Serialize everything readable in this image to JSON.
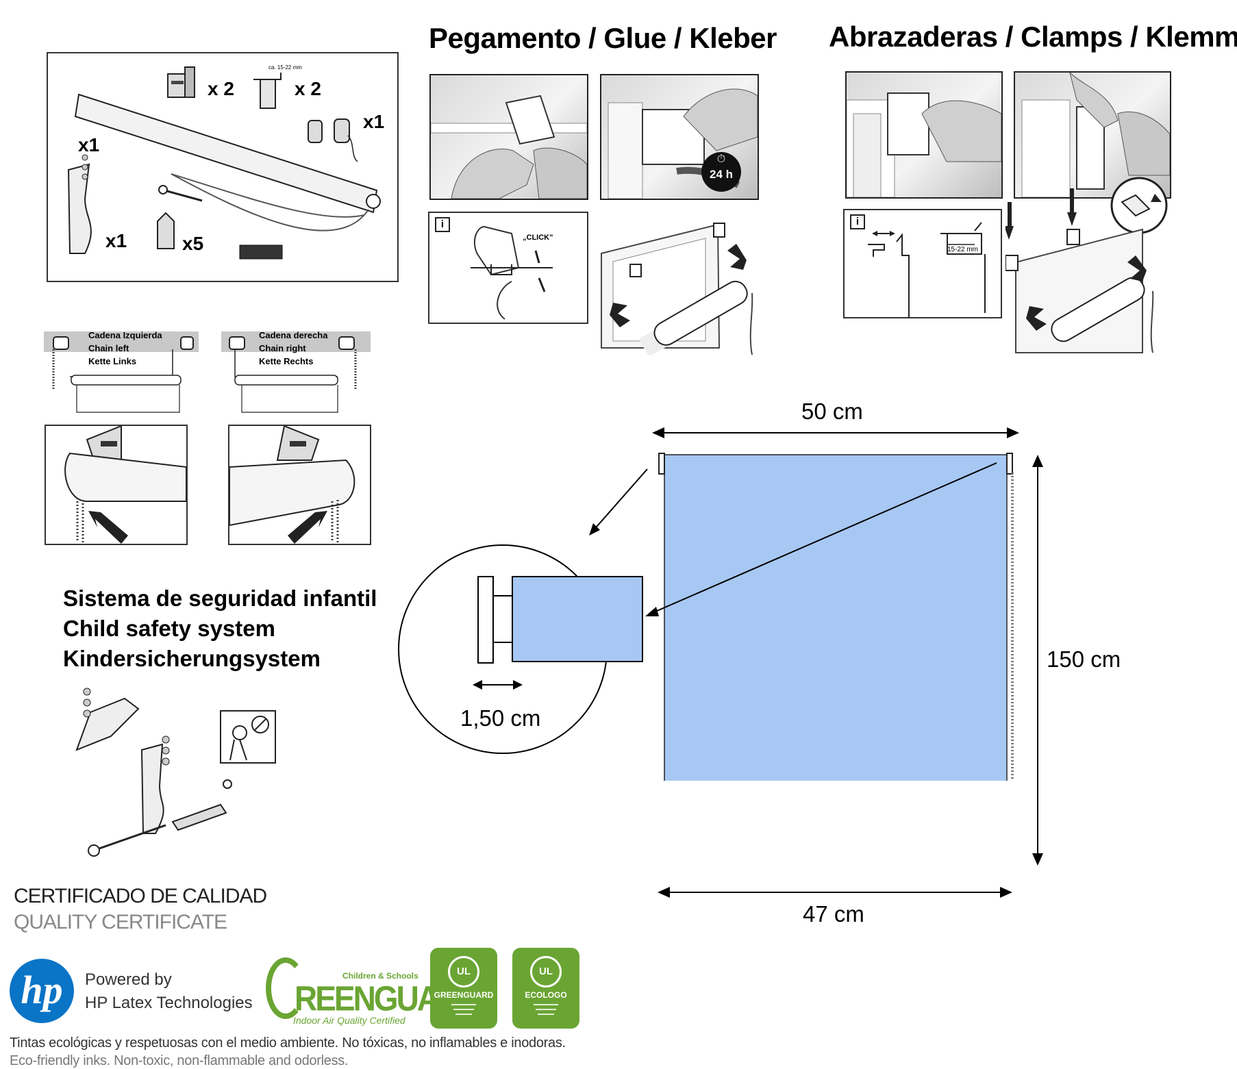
{
  "headings": {
    "glue": "Pegamento / Glue / Kleber",
    "clamps": "Abrazaderas / Clamps / Klemmen"
  },
  "kit": {
    "q_bracket": "x 2",
    "q_clamp": "x 2",
    "q_caps": "x1",
    "q_roller": "x1",
    "q_safety": "x1",
    "q_screws": "x5",
    "clamp_range": "ca. 15-22 mm"
  },
  "chain": {
    "left": [
      "Cadena Izquierda",
      "Chain left",
      "Kette Links"
    ],
    "right": [
      "Cadena derecha",
      "Chain right",
      "Kette Rechts"
    ]
  },
  "glue_steps": {
    "timer": "24 h",
    "click": "„CLICK\"",
    "info": "i"
  },
  "clamp_steps": {
    "info": "i",
    "range": "15-22 mm"
  },
  "safety": {
    "lines": [
      "Sistema de seguridad infantil",
      "Child safety system",
      "Kindersicherungsystem"
    ]
  },
  "dimensions": {
    "top_width": "50 cm",
    "height": "150 cm",
    "bottom_width": "47 cm",
    "detail": "1,50 cm"
  },
  "colors": {
    "fabric": "#a7c8f3",
    "green": "#6aa533",
    "hp_blue": "#0a74c6"
  },
  "cert": {
    "es": "CERTIFICADO DE CALIDAD",
    "en": "QUALITY CERTIFICATE"
  },
  "logos": {
    "hp_powered": "Powered by",
    "hp_tech": "HP Latex Technologies",
    "gg_top": "Children & Schools",
    "gg_word": "REENGUARD",
    "gg_sub": "Indoor Air Quality Certified",
    "ul1_title": "GREENGUARD",
    "ul2_title": "ECOLOGO",
    "ul_mark": "UL"
  },
  "footer": {
    "es": "Tintas ecológicas y respetuosas con el medio ambiente. No tóxicas, no inflamables e inodoras.",
    "en": "Eco-friendly inks. Non-toxic, non-flammable and odorless."
  }
}
